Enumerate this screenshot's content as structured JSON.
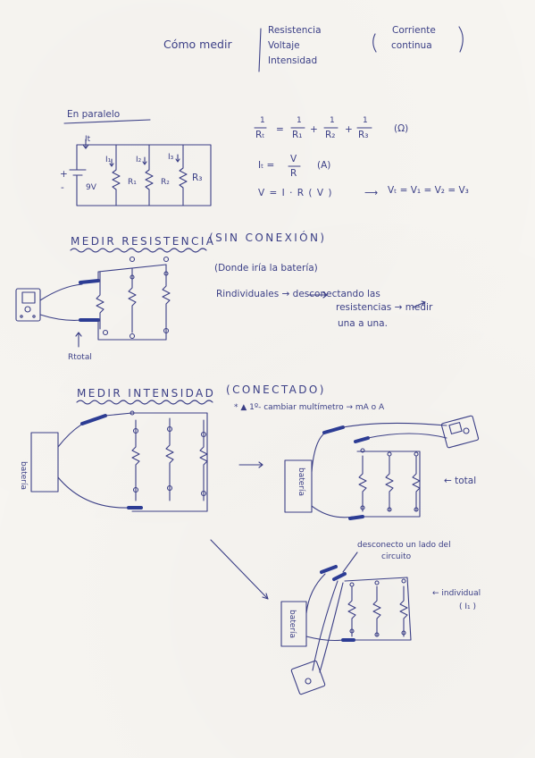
{
  "header": {
    "left": "Cómo medir",
    "middle": [
      "Resistencia",
      "Voltaje",
      "Intensidad"
    ],
    "right": [
      "Corriente",
      "continua"
    ]
  },
  "paralelo": {
    "title": "En paralelo",
    "circuit_labels": {
      "it": "It",
      "i1": "I₁",
      "i2": "I₂",
      "i3": "I₃",
      "plus": "+",
      "minus": "-",
      "v": "9V",
      "r1": "R₁",
      "r2": "R₂",
      "r3": "R₃"
    },
    "formulas": {
      "unit_ohm": "(Ω)",
      "it_num": "V",
      "it_den": "R",
      "it_unit": "(A)",
      "ohm_law": "V = I · R   ( V )",
      "volt_eq": "Vₜ = V₁ = V₂ = V₃",
      "r_terms": [
        "Rₜ",
        "R₁",
        "R₂",
        "R₃"
      ],
      "it_lhs": "Iₜ ="
    }
  },
  "resistencia": {
    "title": "MEDIR RESISTENCIA",
    "subtitle": "(SIN CONEXIÓN)",
    "note1": "(Donde iría la batería)",
    "note2_a": "Rindividuales → desconectando las",
    "note2_b": "resistencias → medir",
    "note2_c": "una a una.",
    "rtotal": "Rtotal"
  },
  "intensidad": {
    "title": "MEDIR INTENSIDAD",
    "subtitle": "(CONECTADO)",
    "note": "* ▲ 1º- cambiar multímetro → mA o A",
    "battery": "batería",
    "total": "← total",
    "disconnect_a": "desconecto un lado del",
    "disconnect_b": "circuito",
    "individual_a": "← individual",
    "individual_b": "( I₁ )"
  }
}
